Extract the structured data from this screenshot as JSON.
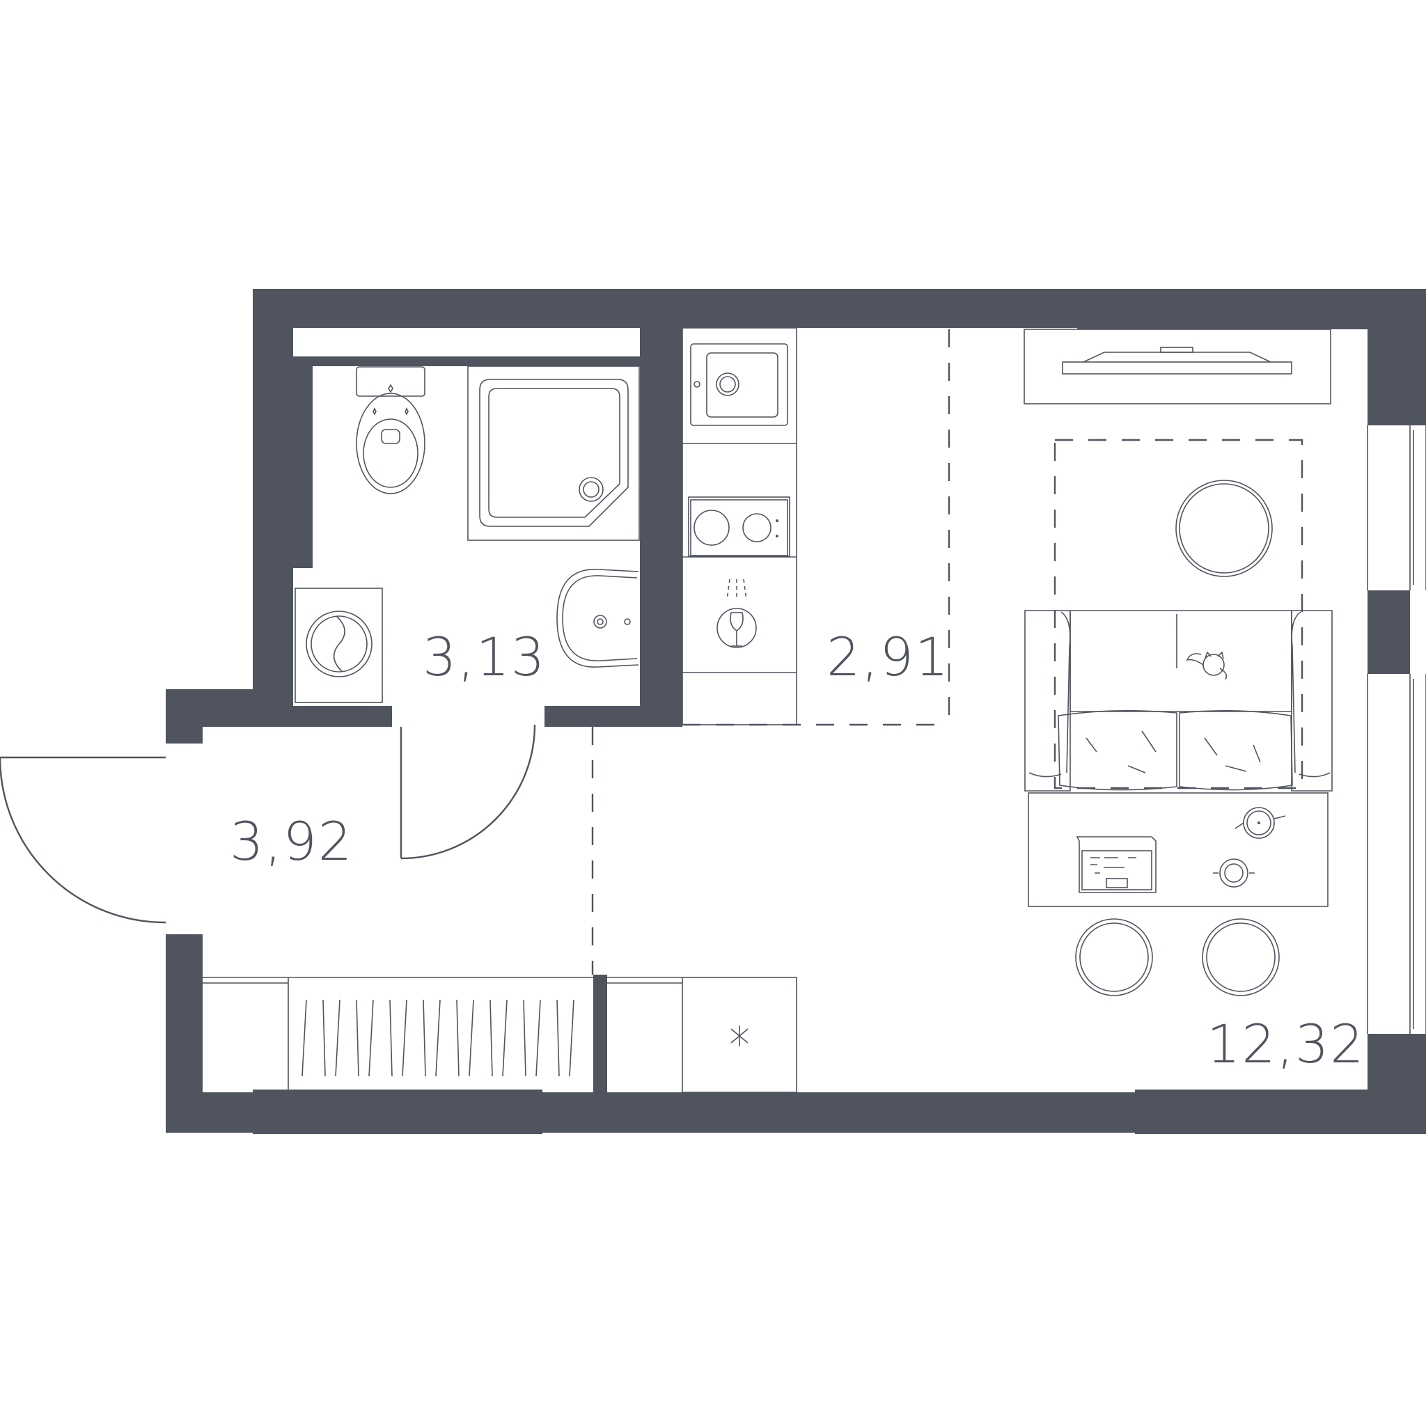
{
  "floor_plan": {
    "colors": {
      "wall": "#50545f",
      "line": "#50545f",
      "background": "#ffffff"
    },
    "rooms": [
      {
        "id": "bathroom",
        "area": "3,13"
      },
      {
        "id": "kitchen",
        "area": "2,91"
      },
      {
        "id": "hallway",
        "area": "3,92"
      },
      {
        "id": "living-room",
        "area": "12,32"
      }
    ],
    "icons": [
      "toilet-icon",
      "shower-tray-icon",
      "washing-machine-icon",
      "washbasin-icon",
      "kitchen-sink-icon",
      "cooktop-icon",
      "oven-icon",
      "tv-unit-icon",
      "round-table-icon",
      "sofa-icon",
      "cat-icon",
      "coffee-table-icon",
      "laptop-icon",
      "teapot-icon",
      "cup-icon",
      "pouf-icon",
      "wardrobe-icon",
      "utility-closet-icon",
      "entrance-door-icon",
      "bathroom-door-icon"
    ]
  }
}
